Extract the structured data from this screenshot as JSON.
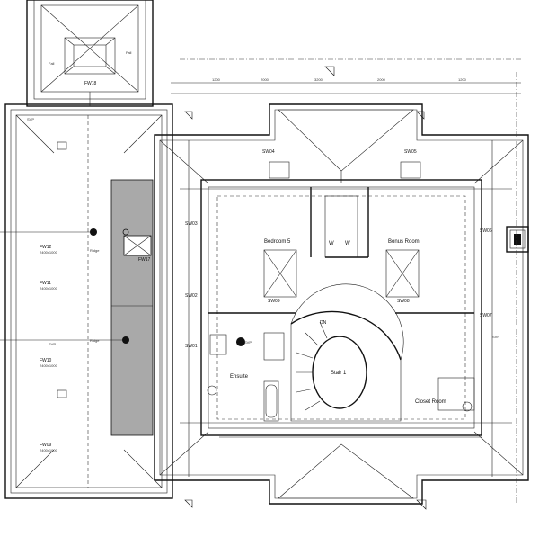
{
  "rooms": {
    "bedroom": "Bedroom 5",
    "bonus": "Bonus Room",
    "ensuite": "Ensuite",
    "closet": "Closet Room",
    "stair": "Stair 1",
    "dn": "DN",
    "w1": "W",
    "w2": "W"
  },
  "windows": {
    "sw01": "SW01",
    "sw02": "SW02",
    "sw03": "SW03",
    "sw04": "SW04",
    "sw05": "SW05",
    "sw06": "SW06",
    "sw07": "SW07",
    "sw08": "SW08",
    "sw09": "SW09",
    "fw09": "FW09",
    "fw10": "FW10",
    "fw11": "FW11",
    "fw12": "FW12",
    "fw17": "FW17",
    "fw18": "FW18"
  },
  "tags": {
    "svp_main": "SVP",
    "svp_left": "SVP",
    "svp_right": "SVP",
    "svp_mid": "SVP",
    "ridge1": "Ridge",
    "ridge2": "Ridge",
    "fall1": "Fall",
    "fall2": "Fall"
  }
}
